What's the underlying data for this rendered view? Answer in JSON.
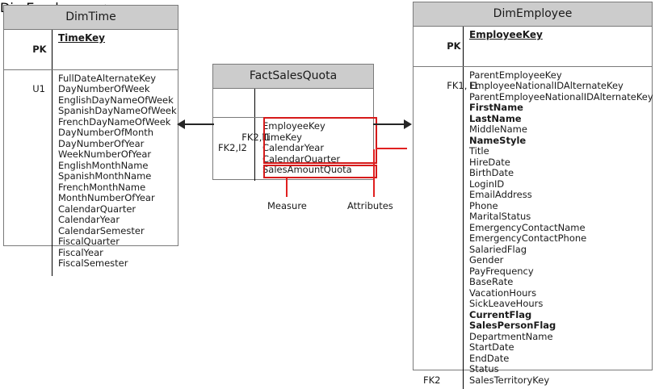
{
  "diagram": {
    "type": "database-schema-erd",
    "colors": {
      "header_fill": "#CCCCCC",
      "border": "#7A7A7A",
      "highlight": "#D61A1A",
      "connector": "#262626",
      "text": "#1A1A1A"
    }
  },
  "tables": {
    "dim_time": {
      "title": "DimTime",
      "pk_label": "PK",
      "pk_field": "TimeKey",
      "key_label": "U1",
      "attributes": [
        "FullDateAlternateKey",
        "DayNumberOfWeek",
        "EnglishDayNameOfWeek",
        "SpanishDayNameOfWeek",
        "FrenchDayNameOfWeek",
        "DayNumberOfMonth",
        "DayNumberOfYear",
        "WeekNumberOfYear",
        "EnglishMonthName",
        "SpanishMonthName",
        "FrenchMonthName",
        "MonthNumberOfYear",
        "CalendarQuarter",
        "CalendarYear",
        "CalendarSemester",
        "FiscalQuarter",
        "FiscalYear",
        "FiscalSemester"
      ]
    },
    "fact_sales_quota": {
      "title": "FactSalesQuota",
      "pk_label": "",
      "pk_field": "",
      "key_label": "FK2,I1\nFK2,I2",
      "attributes": [
        "EmployeeKey",
        "TimeKey",
        "CalendarYear",
        "CalendarQuarter"
      ],
      "measures": [
        "SalesAmountQuota"
      ]
    },
    "dim_employee": {
      "title": "DimEmployee",
      "pk_label": "PK",
      "pk_field": "EmployeeKey",
      "key_label_top": "FK1, I1",
      "key_label_bottom": "FK2",
      "attributes": [
        {
          "name": "ParentEmployeeKey",
          "bold": false
        },
        {
          "name": "EmployeeNationalIDAlternateKey",
          "bold": false
        },
        {
          "name": "ParentEmployeeNationalIDAlternateKey",
          "bold": false
        },
        {
          "name": "FirstName",
          "bold": true
        },
        {
          "name": "LastName",
          "bold": true
        },
        {
          "name": "MiddleName",
          "bold": false
        },
        {
          "name": "NameStyle",
          "bold": true
        },
        {
          "name": "Title",
          "bold": false
        },
        {
          "name": "HireDate",
          "bold": false
        },
        {
          "name": "BirthDate",
          "bold": false
        },
        {
          "name": "LoginID",
          "bold": false
        },
        {
          "name": "EmailAddress",
          "bold": false
        },
        {
          "name": "Phone",
          "bold": false
        },
        {
          "name": "MaritalStatus",
          "bold": false
        },
        {
          "name": "EmergencyContactName",
          "bold": false
        },
        {
          "name": "EmergencyContactPhone",
          "bold": false
        },
        {
          "name": "SalariedFlag",
          "bold": false
        },
        {
          "name": "Gender",
          "bold": false
        },
        {
          "name": "PayFrequency",
          "bold": false
        },
        {
          "name": "BaseRate",
          "bold": false
        },
        {
          "name": "VacationHours",
          "bold": false
        },
        {
          "name": "SickLeaveHours",
          "bold": false
        },
        {
          "name": "CurrentFlag",
          "bold": true
        },
        {
          "name": "SalesPersonFlag",
          "bold": true
        },
        {
          "name": "DepartmentName",
          "bold": false
        },
        {
          "name": "StartDate",
          "bold": false
        },
        {
          "name": "EndDate",
          "bold": false
        },
        {
          "name": "Status",
          "bold": false
        },
        {
          "name": "SalesTerritoryKey",
          "bold": false
        }
      ]
    }
  },
  "annotations": {
    "measure_label": "Measure",
    "attributes_label": "Attributes"
  }
}
